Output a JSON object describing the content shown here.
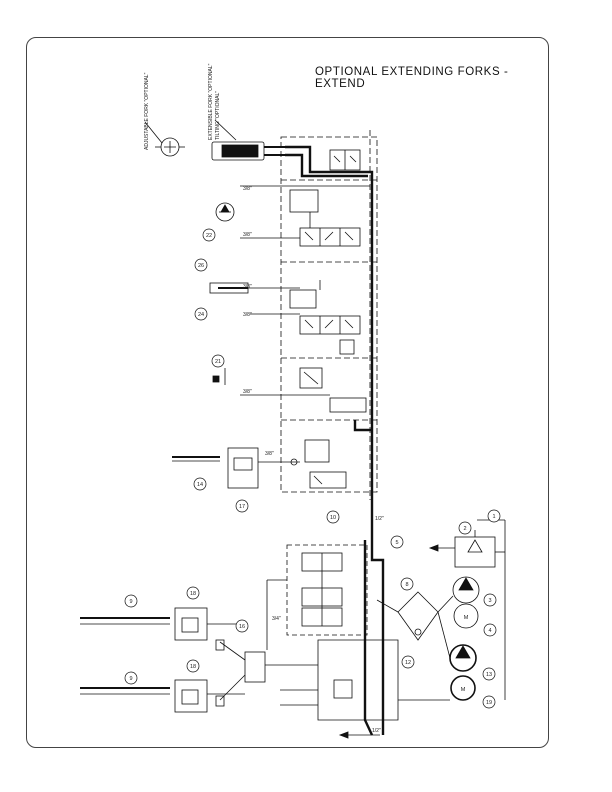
{
  "title": {
    "line1": "OPTIONAL  EXTENDING FORKS -",
    "line2": "EXTEND"
  },
  "vertical_labels": {
    "adjustable_fork": "ADJUSTABLE FORK \"OPTIONAL\"",
    "extensible_fork": "EXTENSIBLE FORK \"OPTIONAL\"",
    "tilting": "TILTING \"OPTIONAL\""
  },
  "callouts": [
    "22",
    "24",
    "26",
    "21",
    "14",
    "17",
    "10",
    "1",
    "2",
    "3",
    "4",
    "5",
    "8",
    "9",
    "18",
    "16",
    "12",
    "13",
    "19"
  ],
  "line_labels": [
    "3/8\"",
    "1/2\"",
    "3/4\""
  ]
}
